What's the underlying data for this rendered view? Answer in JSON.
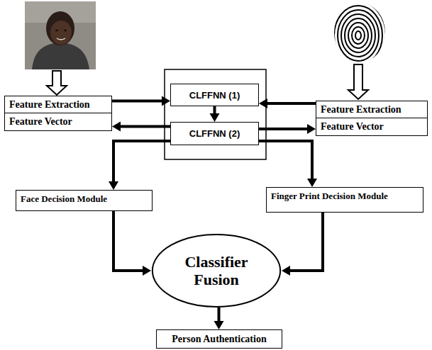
{
  "diagram": {
    "nodes": [
      {
        "text": [
          "Feature Extraction"
        ]
      },
      {
        "text": [
          "Feature Vector"
        ]
      },
      {
        "text": [
          "CLFFNN (1)"
        ]
      },
      {
        "text": [
          "CLFFNN (2)"
        ]
      },
      {
        "text": [
          "Feature Extraction"
        ]
      },
      {
        "text": [
          "Feature  Vector"
        ]
      },
      {
        "text": [
          "Face Decision Module"
        ]
      },
      {
        "text": [
          "Finger Print Decision Module"
        ]
      },
      {
        "text": [
          "Classifier Fusion"
        ]
      },
      {
        "text": [
          "Person Authentication"
        ]
      }
    ],
    "edges": [
      {
        "from": 0,
        "to": 2,
        "arrow": "to"
      },
      {
        "from": 3,
        "to": 1,
        "arrow": "to"
      },
      {
        "from": 4,
        "to": 2,
        "arrow": "to"
      },
      {
        "from": 3,
        "to": 5,
        "arrow": "to"
      },
      {
        "from": 2,
        "to": 3,
        "arrow": "to"
      },
      {
        "from": 3,
        "to": 6,
        "arrow": "to"
      },
      {
        "from": 3,
        "to": 7,
        "arrow": "to"
      },
      {
        "from": 6,
        "to": 8,
        "arrow": "to"
      },
      {
        "from": 7,
        "to": 8,
        "arrow": "to"
      },
      {
        "from": 8,
        "to": 9,
        "arrow": "to"
      }
    ]
  }
}
